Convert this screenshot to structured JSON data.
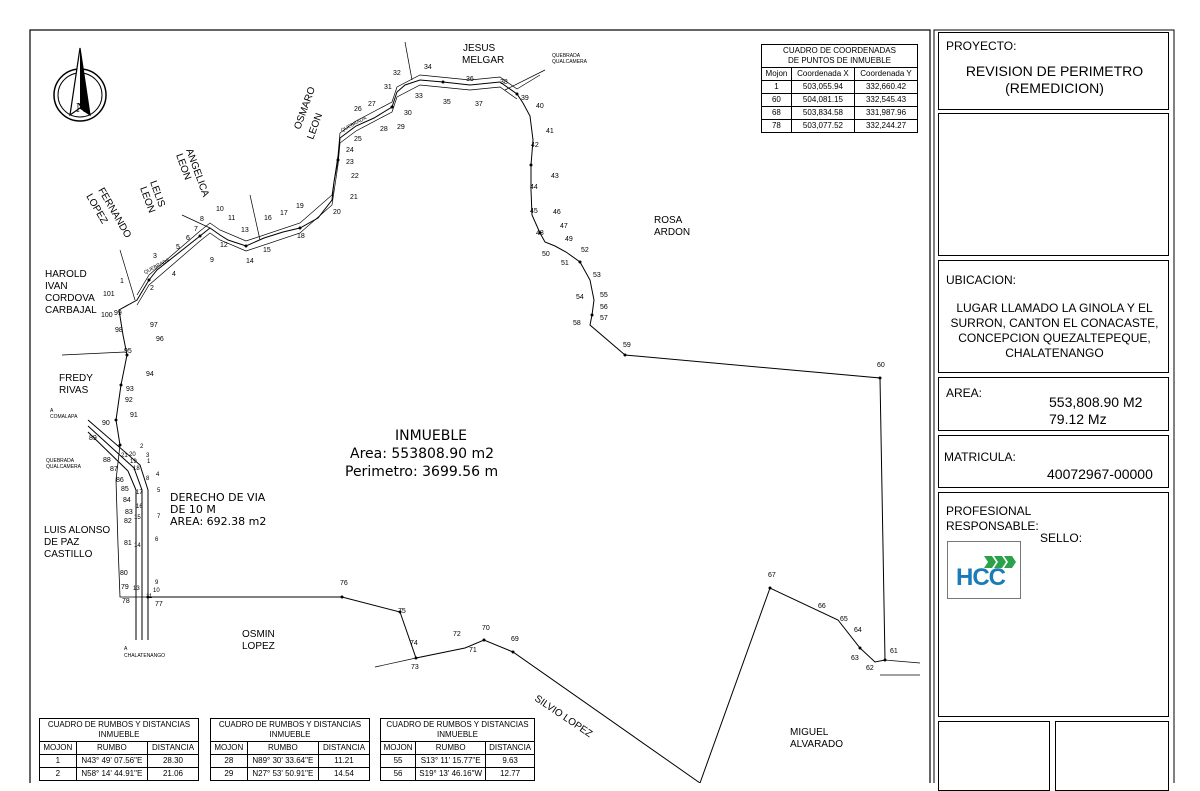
{
  "project": {
    "label": "PROYECTO:",
    "title_line1": "REVISION DE PERIMETRO",
    "title_line2": "(REMEDICION)"
  },
  "location": {
    "label": "UBICACION:",
    "line1": "LUGAR LLAMADO LA GINOLA Y EL",
    "line2": "SURRON, CANTON EL CONACASTE,",
    "line3": "CONCEPCION QUEZALTEPEQUE,",
    "line4": "CHALATENANGO"
  },
  "area": {
    "label": "AREA:",
    "value_m2": "553,808.90 M2",
    "value_mz": "79.12 Mz"
  },
  "registration": {
    "label": "MATRICULA:",
    "value": "40072967-00000"
  },
  "professional": {
    "label_line1": "PROFESIONAL",
    "label_line2": "RESPONSABLE:",
    "seal_label": "SELLO:",
    "logo_text": "HCC"
  },
  "property": {
    "title": "INMUEBLE",
    "area_text": "Area: 553808.90  m2",
    "perimeter_text": "Perimetro: 3699.56  m"
  },
  "right_of_way": {
    "line1": "DERECHO  DE  VIA",
    "line2": "DE  10  M",
    "line3": "AREA:  692.38  m2"
  },
  "owners": {
    "jesus": [
      "JESUS",
      "MELGAR"
    ],
    "osmaro": [
      "OSMARO",
      "LEON"
    ],
    "angelica": [
      "ANGELICA",
      "LEON"
    ],
    "lelis": [
      "LELIS",
      "LEON"
    ],
    "fernando": [
      "FERNANDO",
      "LOPEZ"
    ],
    "harold": [
      "HAROLD",
      "IVAN",
      "CORDOVA",
      "CARBAJAL"
    ],
    "fredy": [
      "FREDY",
      "RIVAS"
    ],
    "luis": [
      "LUIS  ALONSO",
      "DE  PAZ",
      "CASTILLO"
    ],
    "rosa": [
      "ROSA",
      "ARDON"
    ],
    "osmin": [
      "OSMIN",
      "LOPEZ"
    ],
    "silvio": "SILVIO  LOPEZ",
    "miguel": [
      "MIGUEL",
      "ALVARADO"
    ]
  },
  "features": {
    "quebrada_top": [
      "QUEBRADA",
      "QUALCAMERA"
    ],
    "quebrada_left": [
      "QUEBRADA",
      "QUALCAMERA"
    ],
    "quebrada_road1": "QUEBRADA",
    "quebrada_road2": "QUEBRADA",
    "to_comalapa": [
      "A",
      "COMALAPA"
    ],
    "to_chalatenango": [
      "A",
      "CHALATENANGO"
    ]
  },
  "coord_table": {
    "title_line1": "CUADRO  DE  COORDENADAS",
    "title_line2": "DE  PUNTOS  DE  INMUEBLE",
    "headers": [
      "Mojon",
      "Coordenada X",
      "Coordenada Y"
    ],
    "rows": [
      [
        "1",
        "503,055.94",
        "332,660.42"
      ],
      [
        "60",
        "504,081.15",
        "332,545.43"
      ],
      [
        "68",
        "503,834.58",
        "331,987.96"
      ],
      [
        "78",
        "503,077.52",
        "332,244.27"
      ]
    ]
  },
  "rumbo_tables": [
    {
      "title_line1": "CUADRO  DE  RUMBOS  Y  DISTANCIAS",
      "title_line2": "INMUEBLE",
      "headers": [
        "MOJON",
        "RUMBO",
        "DISTANCIA"
      ],
      "rows": [
        [
          "1",
          "N43° 49' 07.56\"E",
          "28.30"
        ],
        [
          "2",
          "N58° 14' 44.91\"E",
          "21.06"
        ]
      ]
    },
    {
      "title_line1": "CUADRO  DE  RUMBOS  Y  DISTANCIAS",
      "title_line2": "INMUEBLE",
      "headers": [
        "MOJON",
        "RUMBO",
        "DISTANCIA"
      ],
      "rows": [
        [
          "28",
          "N89° 30' 33.64\"E",
          "11.21"
        ],
        [
          "29",
          "N27° 53' 50.91\"E",
          "14.54"
        ]
      ]
    },
    {
      "title_line1": "CUADRO  DE  RUMBOS  Y  DISTANCIAS",
      "title_line2": "INMUEBLE",
      "headers": [
        "MOJON",
        "RUMBO",
        "DISTANCIA"
      ],
      "rows": [
        [
          "55",
          "S13° 11' 15.77\"E",
          "9.63"
        ],
        [
          "56",
          "S19° 13' 46.16\"W",
          "12.77"
        ]
      ]
    }
  ],
  "station_labels": [
    "1",
    "2",
    "3",
    "4",
    "5",
    "6",
    "7",
    "8",
    "9",
    "10",
    "11",
    "12",
    "13",
    "14",
    "15",
    "16",
    "17",
    "18",
    "19",
    "20",
    "21",
    "22",
    "23",
    "24",
    "25",
    "26",
    "27",
    "28",
    "29",
    "30",
    "31",
    "32",
    "33",
    "34",
    "35",
    "36",
    "37",
    "38",
    "39",
    "40",
    "41",
    "42",
    "43",
    "44",
    "45",
    "46",
    "47",
    "48",
    "49",
    "50",
    "51",
    "52",
    "53",
    "54",
    "55",
    "56",
    "57",
    "58",
    "59",
    "60",
    "61",
    "62",
    "63",
    "64",
    "65",
    "66",
    "67",
    "69",
    "70",
    "71",
    "72",
    "73",
    "74",
    "75",
    "76",
    "77",
    "78",
    "79",
    "80",
    "81",
    "82",
    "83",
    "84",
    "85",
    "86",
    "87",
    "88",
    "89",
    "90",
    "91",
    "92",
    "93",
    "94",
    "95",
    "96",
    "97",
    "98",
    "99",
    "100",
    "101"
  ],
  "road_labels": [
    "1",
    "2",
    "3",
    "4",
    "5",
    "6",
    "7",
    "8",
    "9",
    "10",
    "11",
    "13",
    "14",
    "15",
    "16",
    "17",
    "18",
    "19",
    "20",
    "21"
  ]
}
